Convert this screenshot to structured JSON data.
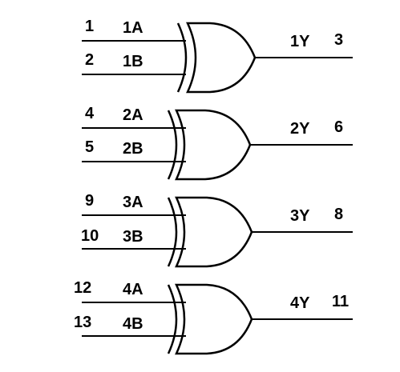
{
  "gates": [
    {
      "input_a": {
        "pin": "1",
        "name": "1A"
      },
      "input_b": {
        "pin": "2",
        "name": "1B"
      },
      "output": {
        "name": "1Y",
        "pin": "3"
      }
    },
    {
      "input_a": {
        "pin": "4",
        "name": "2A"
      },
      "input_b": {
        "pin": "5",
        "name": "2B"
      },
      "output": {
        "name": "2Y",
        "pin": "6"
      }
    },
    {
      "input_a": {
        "pin": "9",
        "name": "3A"
      },
      "input_b": {
        "pin": "10",
        "name": "3B"
      },
      "output": {
        "name": "3Y",
        "pin": "8"
      }
    },
    {
      "input_a": {
        "pin": "12",
        "name": "4A"
      },
      "input_b": {
        "pin": "13",
        "name": "4B"
      },
      "output": {
        "name": "4Y",
        "pin": "11"
      }
    }
  ]
}
